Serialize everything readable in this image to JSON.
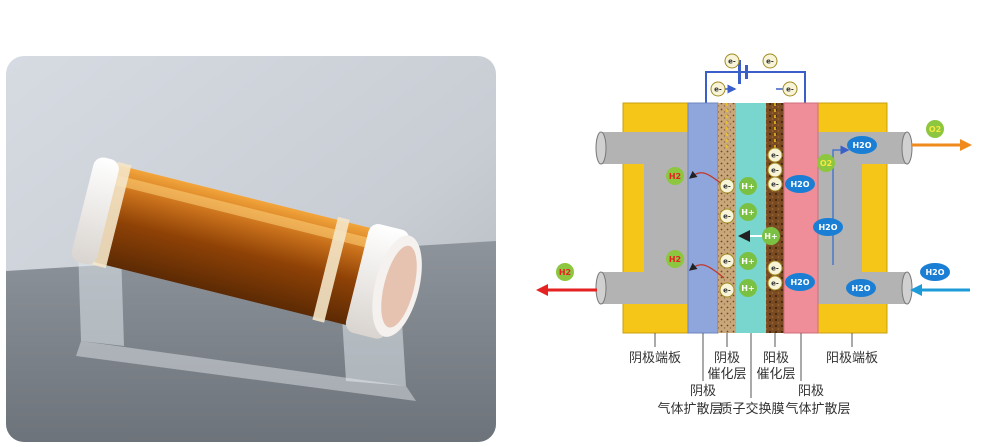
{
  "colors": {
    "end_plate": "#f5c518",
    "cathode_gdl": "#8fa6dd",
    "pem": "#79d6cf",
    "anode_gdl": "#ef8d99",
    "pipe": "#b3b3b3",
    "h2_out_arrow": "#e52222",
    "o2_out_arrow": "#f08a1c",
    "h2o_in_arrow": "#1c9bd8",
    "proton_chip": "#7ac143",
    "h2o_chip": "#1a7fd4",
    "o2_chip": "#8dc63f",
    "h2_chip": "#8dc63f",
    "circuit": "#3a5fc8"
  },
  "icons": [
    "battery-icon",
    "electron-icon",
    "proton-icon",
    "water-molecule-icon",
    "hydrogen-molecule-icon",
    "oxygen-molecule-icon"
  ],
  "species": {
    "electron": "e-",
    "proton": "H+",
    "hydrogen": "H2",
    "oxygen": "O2",
    "water": "H2O"
  },
  "labels": {
    "cathode_end_plate": "阴极端板",
    "cathode_gdl_line1": "阴极",
    "cathode_gdl_line2": "气体扩散层",
    "cathode_catalyst_line1": "阴极",
    "cathode_catalyst_line2": "催化层",
    "membrane": "质子交换膜",
    "anode_catalyst_line1": "阳极",
    "anode_catalyst_line2": "催化层",
    "anode_gdl_line1": "阳极",
    "anode_gdl_line2": "气体扩散层",
    "anode_end_plate": "阳极端板"
  }
}
